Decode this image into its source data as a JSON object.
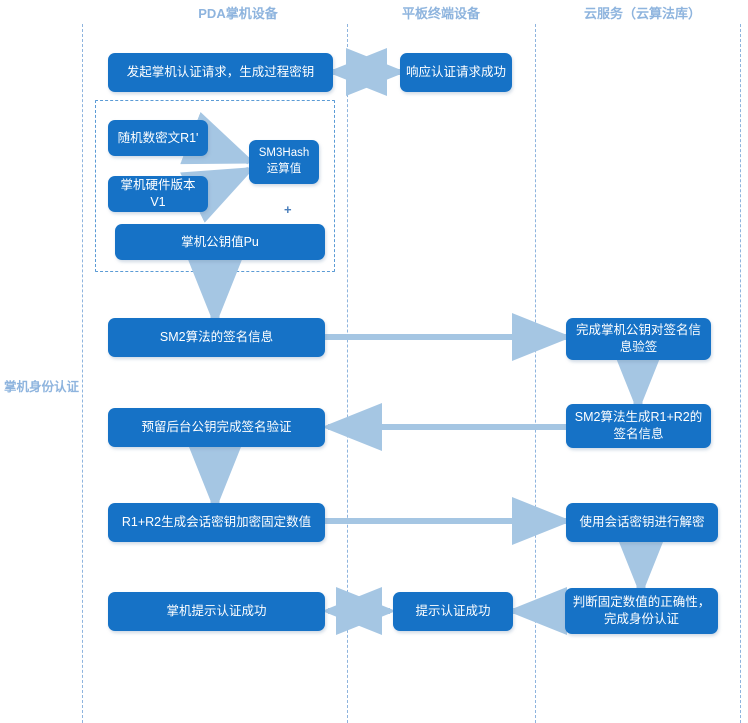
{
  "diagram": {
    "title_side_label": "掌机身份认证",
    "accent_color": "#1672C6",
    "lane_line_color": "#8EB4DE",
    "arrow_color": "#A5C6E3",
    "group_border_color": "#5B9BD5",
    "plus_symbol": "+"
  },
  "lanes": [
    {
      "label": "PDA掌机设备"
    },
    {
      "label": "平板终端设备"
    },
    {
      "label": "云服务（云算法库）"
    }
  ],
  "nodes": {
    "init_request": "发起掌机认证请求，生成过程密钥",
    "respond_success": "响应认证请求成功",
    "random_cipher": "随机数密文R1'",
    "hw_version": "掌机硬件版本V1",
    "sm3_hash": "SM3Hash运算值",
    "public_key": "掌机公钥值Pu",
    "sm2_signature": "SM2算法的签名信息",
    "verify_signature_cloud": "完成掌机公钥对签名信息验签",
    "reserved_verify": "预留后台公钥完成签名验证",
    "sm2_gen_r1r2": "SM2算法生成R1+R2的签名信息",
    "session_key_encrypt": "R1+R2生成会话密钥加密固定数值",
    "session_key_decrypt": "使用会话密钥进行解密",
    "pda_auth_success": "掌机提示认证成功",
    "tip_auth_success": "提示认证成功",
    "judge_fixed_value": "判断固定数值的正确性，完成身份认证"
  }
}
